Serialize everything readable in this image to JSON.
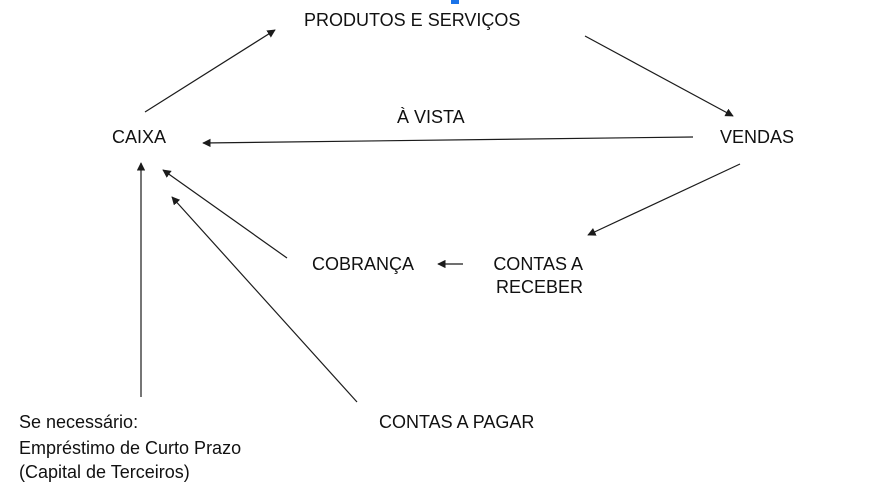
{
  "diagram": {
    "accent_color": "#1a73e8",
    "nodes": {
      "produtos_servicos": "PRODUTOS E SERVIÇOS",
      "caixa": "CAIXA",
      "vendas": "VENDAS",
      "cobranca": "COBRANÇA",
      "contas_receber": "CONTAS A\nRECEBER",
      "contas_pagar": "CONTAS A PAGAR",
      "emprestimo_line1": "Se necessário:",
      "emprestimo_line2": "Empréstimo de Curto Prazo",
      "emprestimo_line3": "(Capital de Terceiros)"
    },
    "edge_labels": {
      "a_vista": "À VISTA"
    },
    "edges": [
      {
        "from": "caixa",
        "to": "produtos_servicos"
      },
      {
        "from": "produtos_servicos",
        "to": "vendas"
      },
      {
        "from": "vendas",
        "to": "caixa",
        "label": "a_vista"
      },
      {
        "from": "vendas",
        "to": "contas_receber"
      },
      {
        "from": "contas_receber",
        "to": "cobranca"
      },
      {
        "from": "cobranca",
        "to": "caixa"
      },
      {
        "from": "contas_pagar",
        "to": "caixa"
      },
      {
        "from": "emprestimo",
        "to": "caixa"
      }
    ]
  }
}
